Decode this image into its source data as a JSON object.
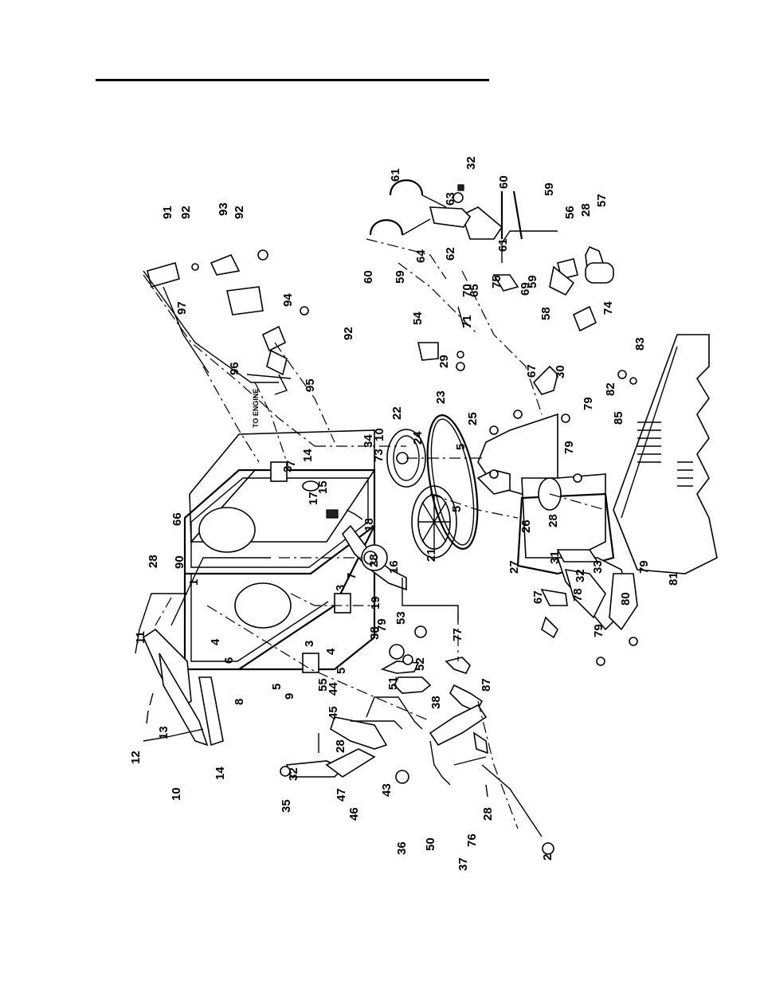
{
  "diagram": {
    "callouts": [
      "1",
      "2",
      "3",
      "3",
      "3",
      "4",
      "4",
      "5",
      "5",
      "5",
      "5",
      "6",
      "7",
      "7",
      "8",
      "9",
      "10",
      "10",
      "11",
      "12",
      "13",
      "14",
      "14",
      "15",
      "16",
      "17",
      "18",
      "19",
      "21",
      "22",
      "23",
      "24",
      "25",
      "26",
      "27",
      "28",
      "28",
      "28",
      "28",
      "28",
      "28",
      "29",
      "30",
      "31",
      "32",
      "32",
      "32",
      "33",
      "34",
      "35",
      "36",
      "37",
      "38",
      "38",
      "43",
      "44",
      "45",
      "46",
      "47",
      "50",
      "51",
      "52",
      "53",
      "54",
      "55",
      "56",
      "57",
      "58",
      "59",
      "59",
      "59",
      "60",
      "60",
      "61",
      "61",
      "62",
      "63",
      "64",
      "65",
      "66",
      "67",
      "67",
      "69",
      "70",
      "71",
      "73",
      "74",
      "75",
      "76",
      "77",
      "78",
      "79",
      "79",
      "79",
      "79",
      "79",
      "80",
      "81",
      "82",
      "83",
      "85",
      "87",
      "90",
      "91",
      "92",
      "92",
      "92",
      "93",
      "94",
      "95",
      "96",
      "97"
    ],
    "engine_label": "TO ENGINE"
  }
}
